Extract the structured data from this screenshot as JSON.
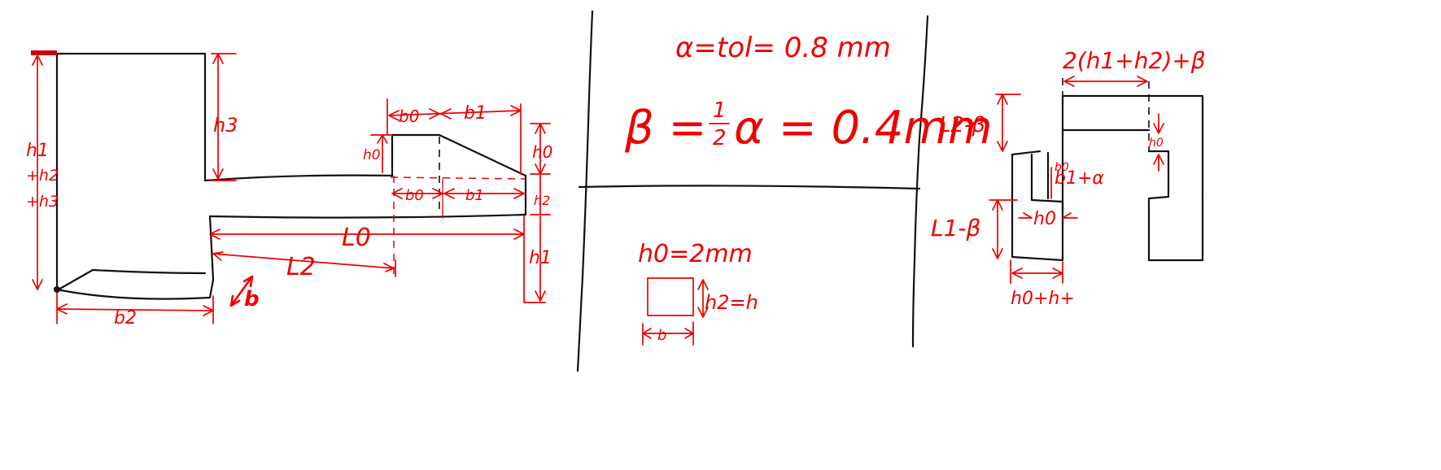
{
  "colors": {
    "ink": "#111111",
    "annotation": "#ee0000",
    "background": "#ffffff"
  },
  "left_sketch": {
    "dim_h_total": [
      "h1",
      "+h2",
      "+h3"
    ],
    "dim_h3": "h3",
    "dim_b0_top": "b0",
    "dim_b1_top": "b1",
    "dim_h0_left": "h0",
    "dim_h0_right": "h0",
    "dim_b0_mid": "b0",
    "dim_b1_mid": "b1",
    "dim_h2": "h2",
    "dim_L0": "L0",
    "dim_L2": "L2",
    "dim_h1": "h1",
    "dim_b2": "b2",
    "dim_b": "b"
  },
  "middle_panel": {
    "alpha_eq": "α=tol= 0.8 mm",
    "beta_eq_lhs": "β =",
    "beta_frac_num": "1",
    "beta_frac_den": "2",
    "beta_eq_rhs": "α = 0.4mm",
    "h0_eq": "h0=2mm",
    "box_h_label": "h2=h",
    "box_b_label": "b"
  },
  "right_sketch": {
    "dim_top": "2(h1+h2)+β",
    "dim_L2": "L2-β",
    "dim_L1": "L1-β",
    "dim_gap": "h0",
    "dim_b0b1": "b0",
    "dim_b0b1_2": "b1+α",
    "dim_h0": "h0",
    "dim_bottom": "h0+h+"
  }
}
